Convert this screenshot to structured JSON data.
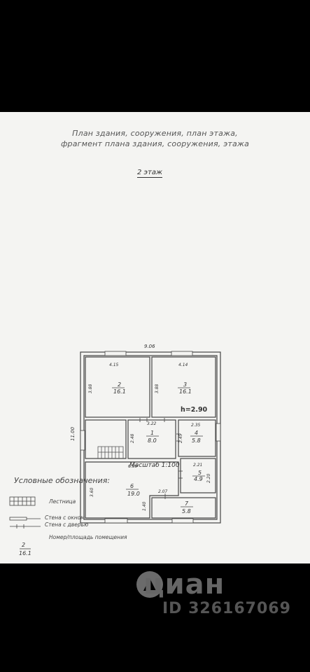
{
  "header": {
    "line1": "План здания, сооружения, план этажа,",
    "line2": "фрагмент плана здания, сооружения, этажа"
  },
  "floor_label": "2 этаж",
  "plan": {
    "overall_width": "9.06",
    "overall_height": "11.00",
    "ceiling_height": "h=2.90",
    "rooms": [
      {
        "num": "2",
        "area": "16.1",
        "w": "4.15",
        "h": "3.88"
      },
      {
        "num": "3",
        "area": "16.1",
        "w": "4.14",
        "h": "3.88"
      },
      {
        "num": "1",
        "area": "8.0",
        "w": "3.22",
        "h": "2.48"
      },
      {
        "num": "4",
        "area": "5.8",
        "w": "2.35",
        "h": "2.45"
      },
      {
        "num": "5",
        "area": "4.9",
        "w": "2.21",
        "h": "2.20"
      },
      {
        "num": "6",
        "area": "19.0",
        "w": "6.09",
        "h": "3.60"
      },
      {
        "num": "7",
        "area": "5.8",
        "w": "2.07",
        "h": "1.40"
      }
    ]
  },
  "scale": "Масштаб 1:100",
  "legend": {
    "title": "Условные обозначения:",
    "items": [
      {
        "label": "Лестница"
      },
      {
        "label": "Стена с окном"
      },
      {
        "label": "Стена с дверью"
      },
      {
        "label": "Номер/площадь помещения",
        "num": "2",
        "area": "16.1"
      }
    ]
  },
  "watermark": {
    "brand": "циан",
    "id": "ID 326167069"
  }
}
